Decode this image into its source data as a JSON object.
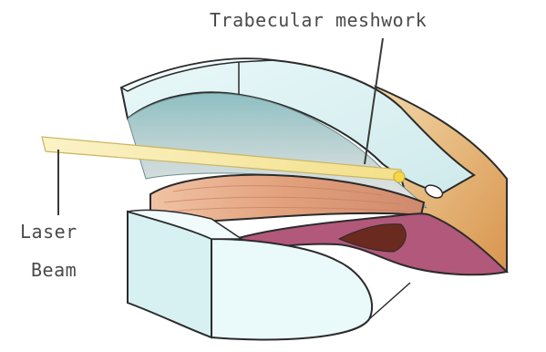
{
  "labels": {
    "trabecular_meshwork": "Trabecular meshwork",
    "laser_line1": "Laser",
    "laser_line2": "Beam"
  },
  "colors": {
    "cornea_fill": "#e3f6f7",
    "cornea_inner": "#b9d9db",
    "iris_fill": "#e3a98a",
    "ciliary_fill": "#b2587a",
    "lens_fill": "#e6f7f8",
    "sclera_fill": "#e7b36f",
    "laser_fill": "#f6e8a6",
    "outline": "#2b2b2b"
  }
}
